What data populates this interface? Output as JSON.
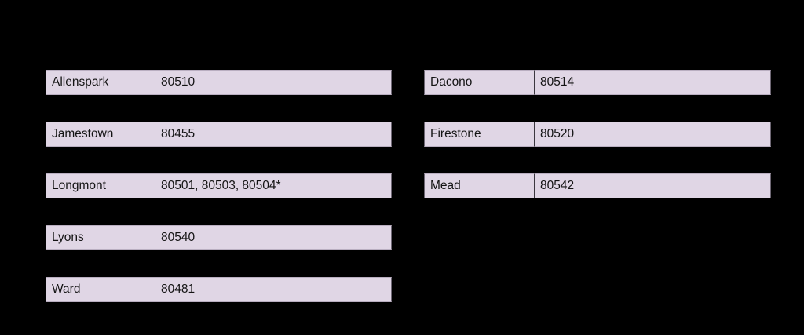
{
  "page": {
    "background_color": "#000000",
    "cell_fill_color": "#e0d6e5",
    "cell_text_color": "#141414"
  },
  "tables": [
    {
      "id": "left-table",
      "name": "zip-code-table-left",
      "rows": [
        {
          "place": "Allenspark",
          "zip": "80510"
        },
        {
          "place": "Jamestown",
          "zip": "80455"
        },
        {
          "place": "Longmont",
          "zip": "80501, 80503, 80504*"
        },
        {
          "place": "Lyons",
          "zip": "80540"
        },
        {
          "place": "Ward",
          "zip": "80481"
        }
      ]
    },
    {
      "id": "right-table",
      "name": "zip-code-table-right",
      "rows": [
        {
          "place": "Dacono",
          "zip": "80514"
        },
        {
          "place": "Firestone",
          "zip": "80520"
        },
        {
          "place": "Mead",
          "zip": "80542"
        }
      ]
    }
  ]
}
